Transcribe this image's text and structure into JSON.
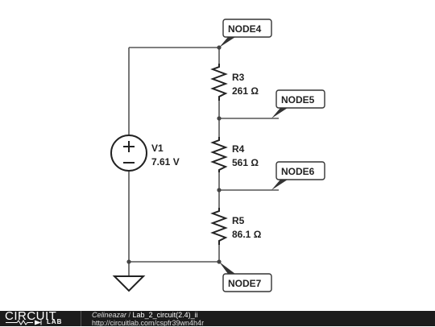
{
  "components": {
    "v1": {
      "name": "V1",
      "value": "7.61 V"
    },
    "r3": {
      "name": "R3",
      "value": "261 Ω"
    },
    "r4": {
      "name": "R4",
      "value": "561 Ω"
    },
    "r5": {
      "name": "R5",
      "value": "86.1 Ω"
    }
  },
  "nodes": {
    "node4": "NODE4",
    "node5": "NODE5",
    "node6": "NODE6",
    "node7": "NODE7"
  },
  "footer": {
    "logo_circuit": "CIRCUIT",
    "logo_lab": "LAB",
    "author": "Celineazar",
    "separator": " / ",
    "title": "Lab_2_circuit(2.4)_ii",
    "url": "http://circuitlab.com/cspfr39wn4h4r"
  },
  "colors": {
    "footer_bg": "#1c1c1c",
    "wire": "#555555",
    "component": "#222222"
  }
}
